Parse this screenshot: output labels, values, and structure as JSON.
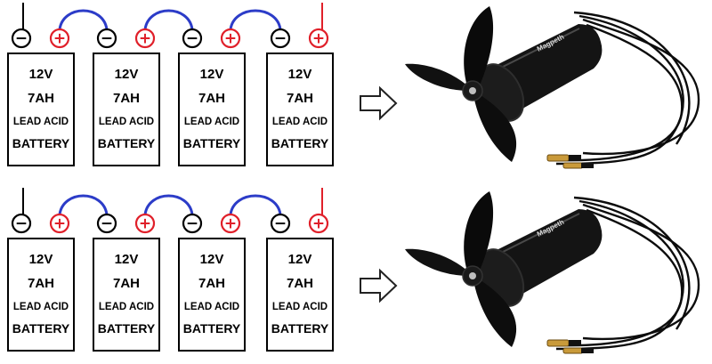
{
  "diagram": {
    "rows": [
      {
        "batteries": [
          {
            "voltage": "12V",
            "capacity": "7AH",
            "chemistry": "LEAD ACID",
            "label": "BATTERY"
          },
          {
            "voltage": "12V",
            "capacity": "7AH",
            "chemistry": "LEAD ACID",
            "label": "BATTERY"
          },
          {
            "voltage": "12V",
            "capacity": "7AH",
            "chemistry": "LEAD ACID",
            "label": "BATTERY"
          },
          {
            "voltage": "12V",
            "capacity": "7AH",
            "chemistry": "LEAD ACID",
            "label": "BATTERY"
          }
        ]
      },
      {
        "batteries": [
          {
            "voltage": "12V",
            "capacity": "7AH",
            "chemistry": "LEAD ACID",
            "label": "BATTERY"
          },
          {
            "voltage": "12V",
            "capacity": "7AH",
            "chemistry": "LEAD ACID",
            "label": "BATTERY"
          },
          {
            "voltage": "12V",
            "capacity": "7AH",
            "chemistry": "LEAD ACID",
            "label": "BATTERY"
          },
          {
            "voltage": "12V",
            "capacity": "7AH",
            "chemistry": "LEAD ACID",
            "label": "BATTERY"
          }
        ]
      }
    ],
    "terminal_neg_symbol": "−",
    "terminal_pos_symbol": "+",
    "thruster_brand": "Magpeth",
    "colors": {
      "positive": "#e0202a",
      "jumper": "#2c3cc8",
      "negative": "#000000",
      "thruster_body": "#141414"
    },
    "icons": [
      "arrow-right-icon",
      "underwater-thruster-icon"
    ]
  }
}
